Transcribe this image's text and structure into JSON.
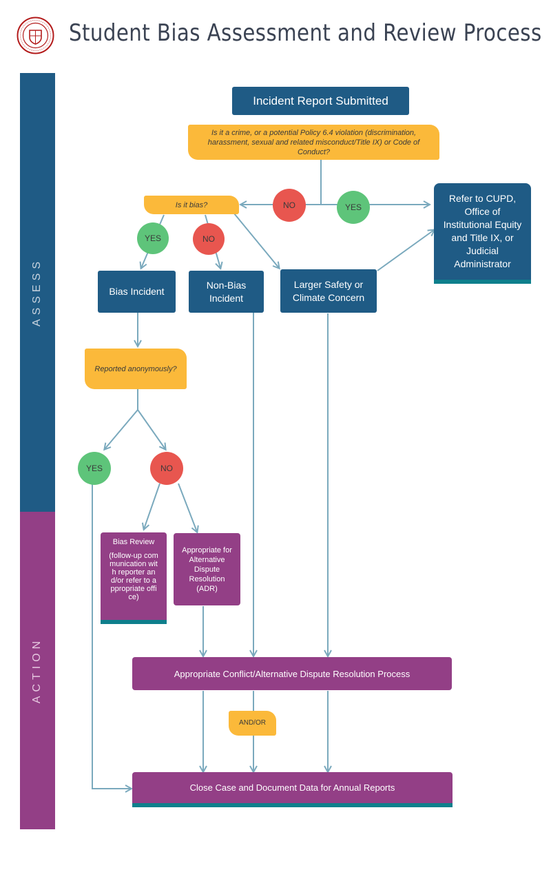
{
  "header": {
    "title": "Student Bias Assessment and Review Process"
  },
  "lanes": {
    "assess": "ASSESS",
    "action": "ACTION"
  },
  "nodes": {
    "incident_report": "Incident Report Submitted",
    "crime_question": "Is it a crime, or a potential Policy 6.4 violation (discrimination, harassment, sexual and related misconduct/Title IX) or Code of Conduct?",
    "bias_question": "Is it bias?",
    "refer": "Refer to CUPD, Office of Institutional Equity and Title IX, or Judicial Administrator",
    "bias_incident": "Bias Incident",
    "non_bias": "Non-Bias Incident",
    "larger_safety": "Larger Safety or Climate Concern",
    "anon_question": "Reported anonymously?",
    "bias_review_title": "Bias Review",
    "bias_review_body": "(follow-up communication with reporter and/or refer to appropriate office)",
    "adr": "Appropriate for Alternative Dispute Resolution (ADR)",
    "conflict_process": "Appropriate Conflict/Alternative Dispute Resolution Process",
    "andor": "AND/OR",
    "close_case": "Close Case and Document Data for Annual Reports"
  },
  "answers": {
    "yes": "YES",
    "no": "NO"
  },
  "colors": {
    "blue": "#1f5b85",
    "purple": "#933f86",
    "yellow": "#fbb93a",
    "green": "#5ec47a",
    "red": "#e8564f",
    "teal": "#0e7f8c",
    "arrow": "#7aa9bd"
  },
  "icons": {
    "logo": "university-seal-icon"
  }
}
